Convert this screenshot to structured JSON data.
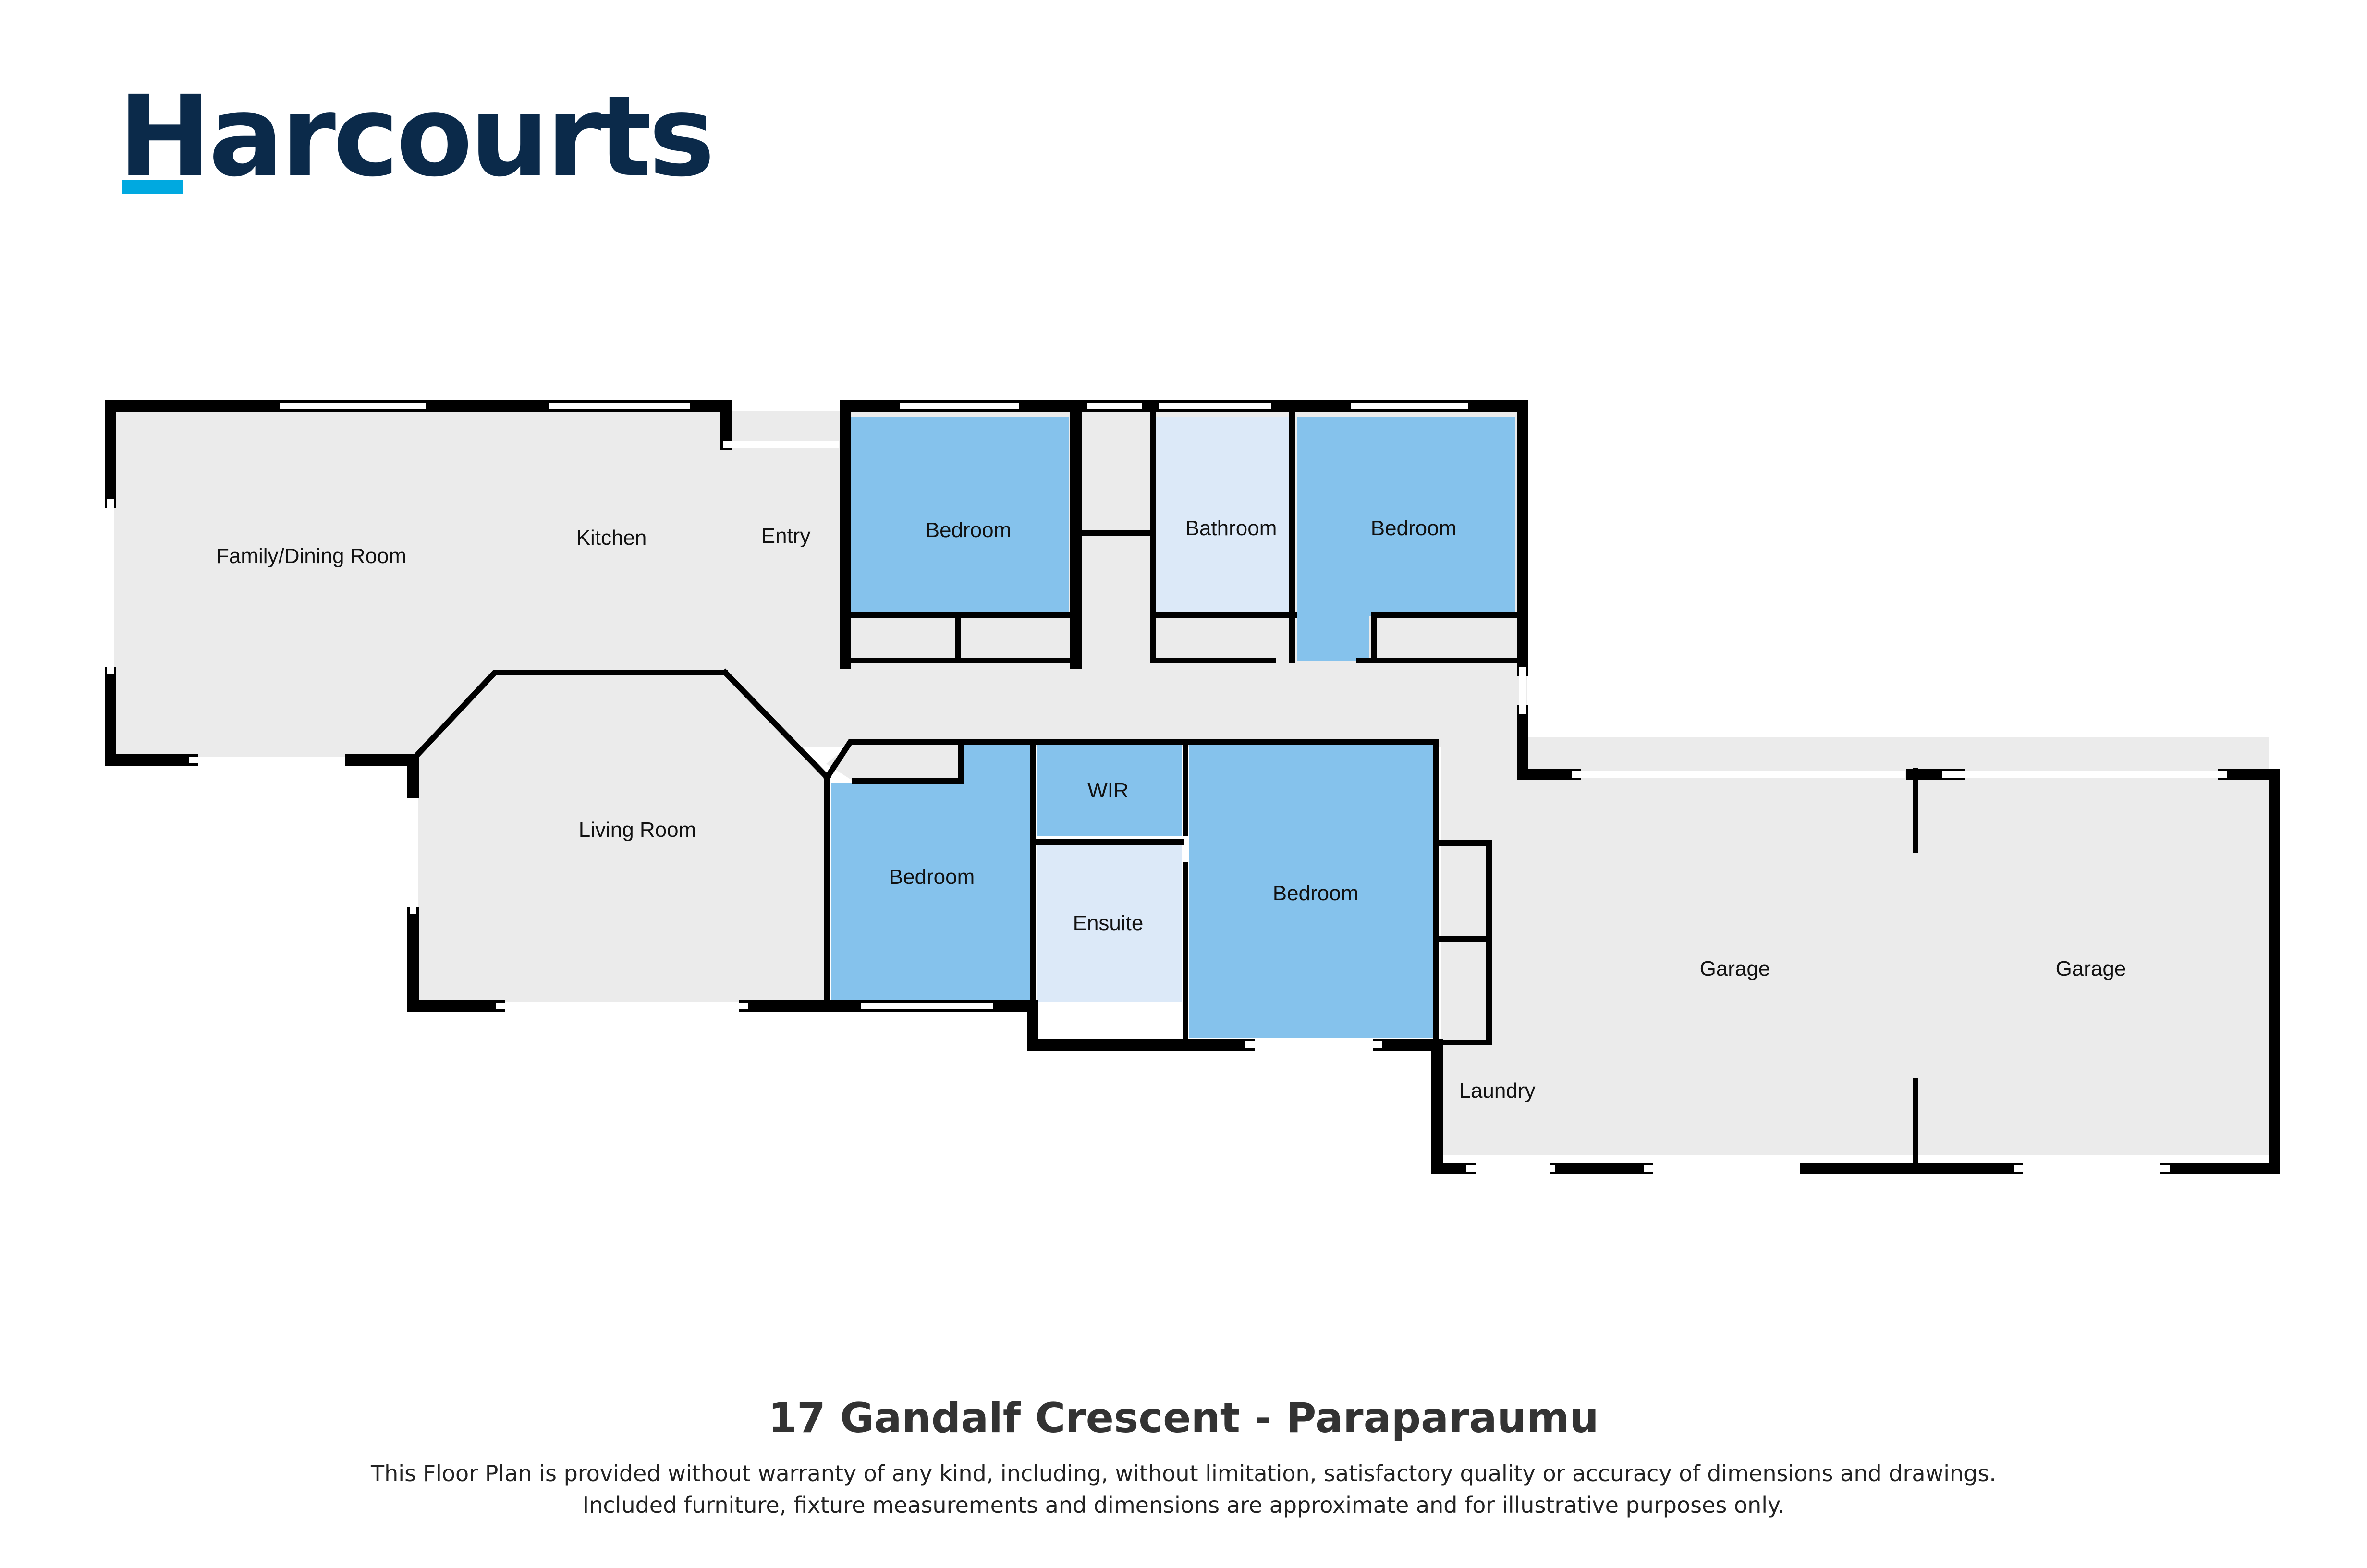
{
  "brand": {
    "name": "Harcourts",
    "text_color": "#0b2a4a",
    "accent_color": "#00a9e0"
  },
  "colors": {
    "wall": "#000000",
    "floor_grey": "#ebebeb",
    "bedroom_blue": "#85c2ec",
    "wet_area_blue": "#dce9f8",
    "window": "#ffffff"
  },
  "rooms": {
    "family_dining": "Family/Dining Room",
    "kitchen": "Kitchen",
    "entry": "Entry",
    "bedroom_1": "Bedroom",
    "bathroom": "Bathroom",
    "bedroom_2": "Bedroom",
    "living": "Living Room",
    "bedroom_3": "Bedroom",
    "wir": "WIR",
    "ensuite": "Ensuite",
    "bedroom_4": "Bedroom",
    "garage_1": "Garage",
    "garage_2": "Garage",
    "laundry": "Laundry"
  },
  "footer": {
    "title": "17 Gandalf Crescent - Paraparaumu",
    "disclaimer_line1": "This Floor Plan is provided without warranty of any kind, including, without limitation, satisfactory quality or accuracy of dimensions and drawings.",
    "disclaimer_line2": "Included furniture, fixture measurements and dimensions are approximate and for illustrative purposes only."
  }
}
